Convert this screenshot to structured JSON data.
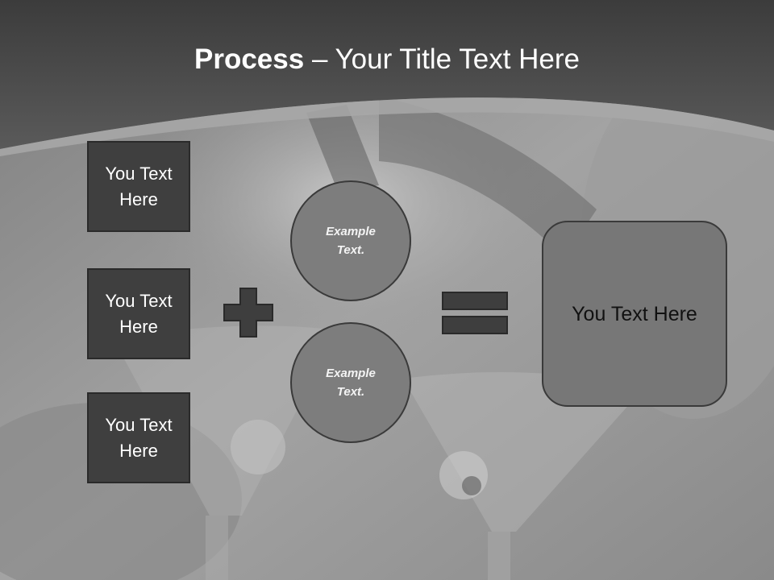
{
  "title": {
    "bold": "Process",
    "rest": " – Your Title Text Here"
  },
  "left_boxes": [
    {
      "line1": "You Text",
      "line2": "Here"
    },
    {
      "line1": "You Text",
      "line2": "Here"
    },
    {
      "line1": "You Text",
      "line2": "Here"
    }
  ],
  "circles": [
    {
      "line1": "Example",
      "line2": "Text."
    },
    {
      "line1": "Example",
      "line2": "Text."
    }
  ],
  "result_box": {
    "text": "You Text Here"
  },
  "icons": {
    "operator_plus": "plus-icon",
    "operator_equals": "equals-icon"
  },
  "colors": {
    "header": "#4a4a4a",
    "box_fill": "#3f3f3f",
    "circle_fill": "#7d7d7d",
    "result_fill": "#777777"
  }
}
